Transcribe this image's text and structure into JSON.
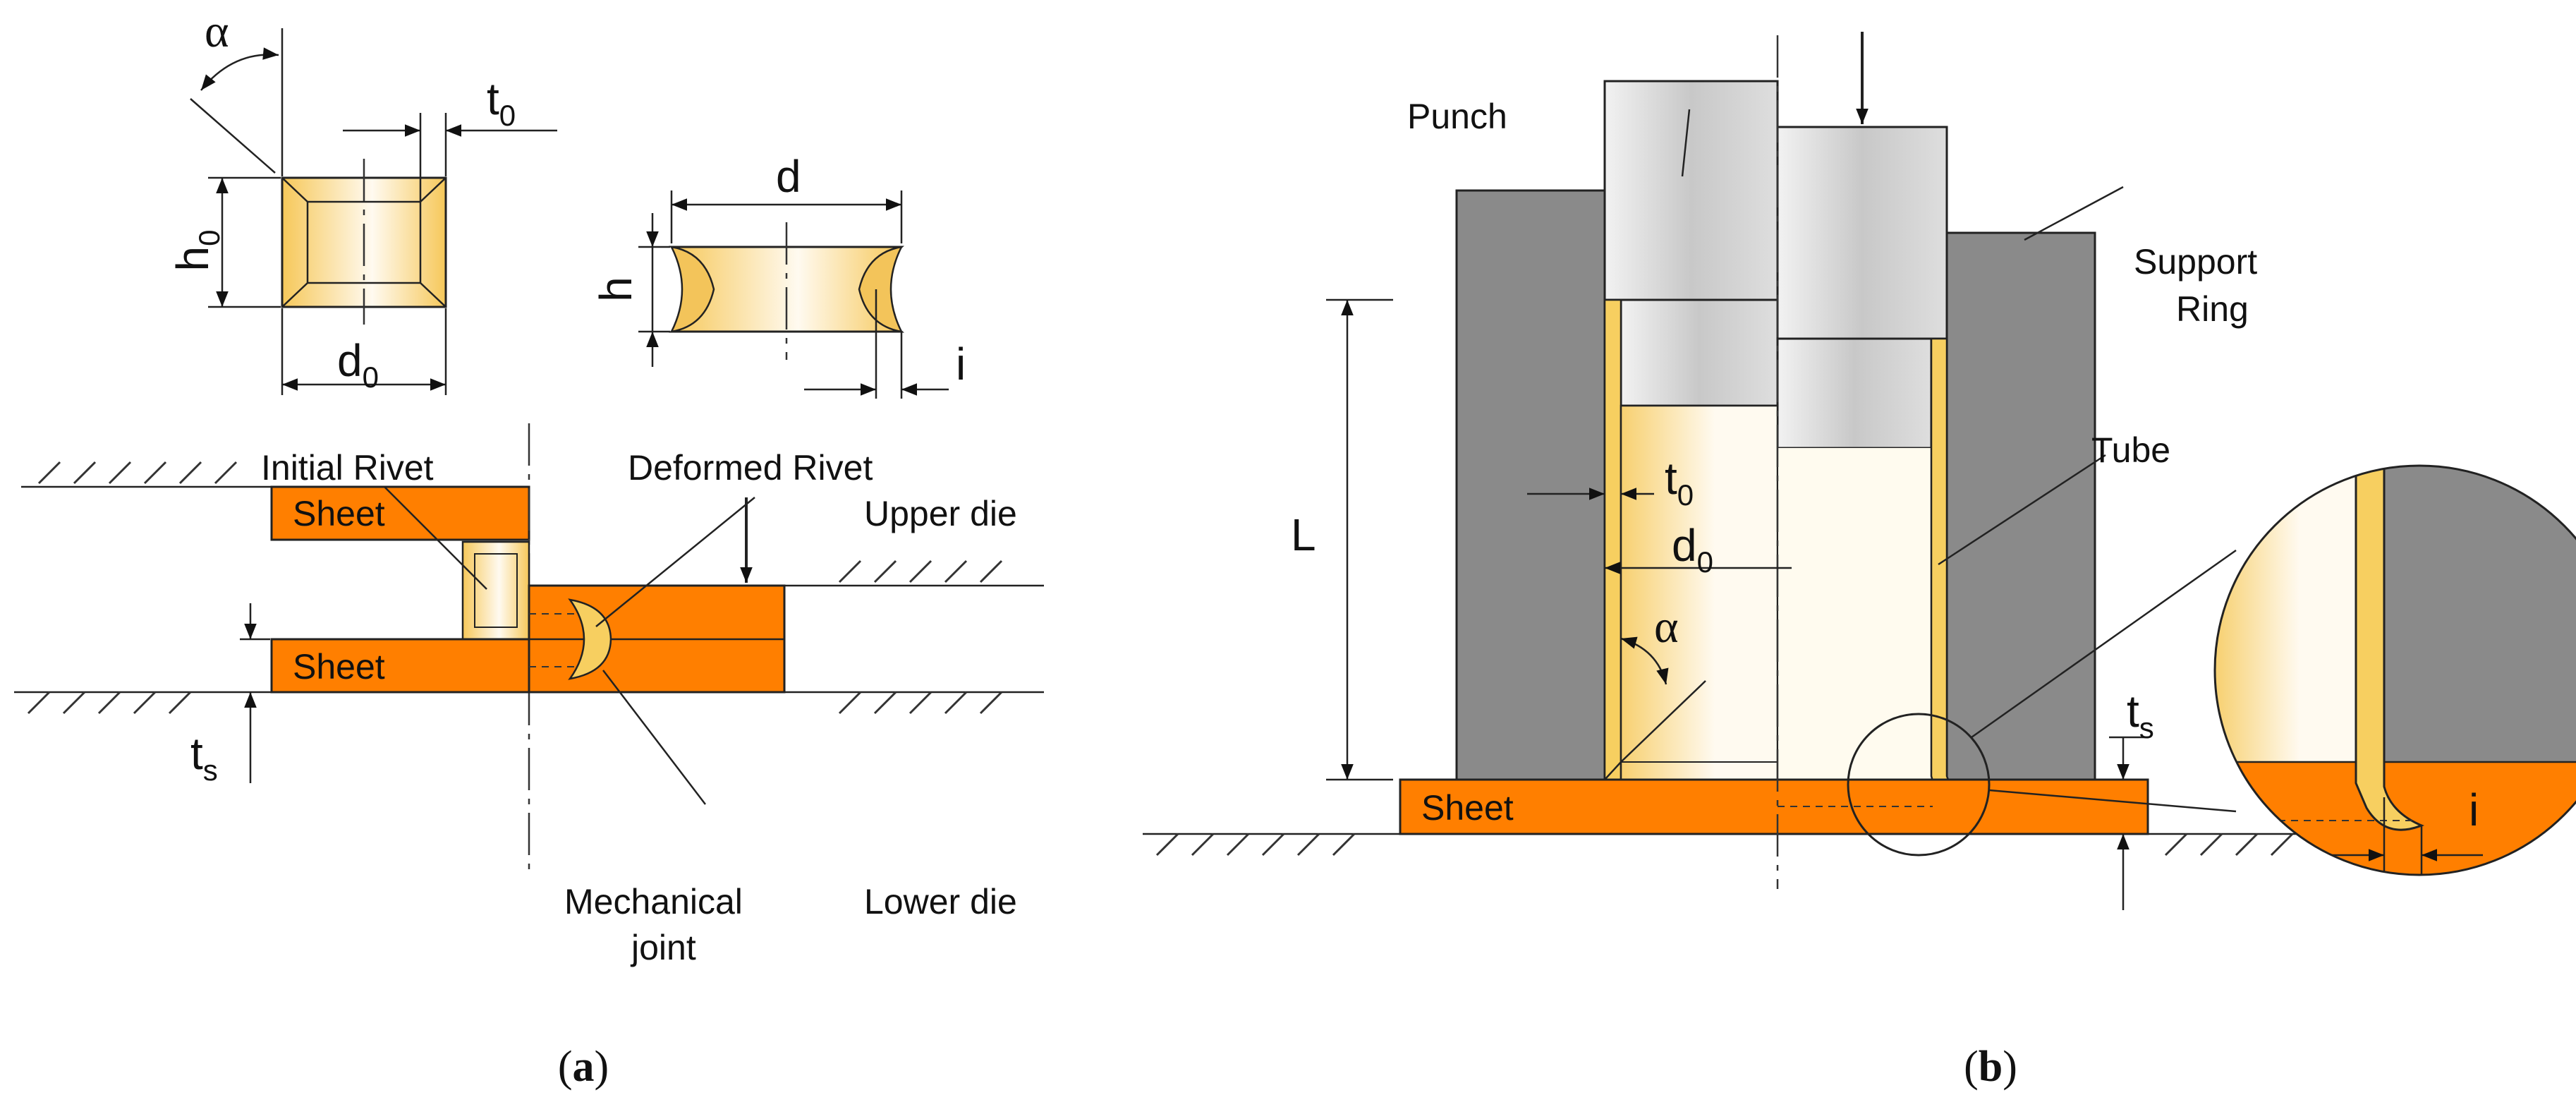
{
  "panel_a": {
    "labels": {
      "sheet_upper": "Sheet",
      "sheet_lower": "Sheet",
      "upper_die": "Upper die",
      "lower_die": "Lower die",
      "initial_rivet": "Initial Rivet",
      "deformed_rivet": "Deformed Rivet",
      "mechanical_joint_1": "Mechanical",
      "mechanical_joint_2": "joint"
    },
    "dimensions": {
      "alpha": "α",
      "t": "t",
      "t_sub": "0",
      "h0": "h",
      "h0_sub": "0",
      "d0": "d",
      "d0_sub": "0",
      "d": "d",
      "h": "h",
      "i": "i",
      "ts": "t",
      "ts_sub": "s"
    },
    "caption_open": "(",
    "caption_letter": "a",
    "caption_close": ")"
  },
  "panel_b": {
    "labels": {
      "punch": "Punch",
      "support_ring_1": "Support",
      "support_ring_2": "Ring",
      "tube": "Tube",
      "sheet": "Sheet"
    },
    "dimensions": {
      "L": "L",
      "t0": "t",
      "t0_sub": "0",
      "d0": "d",
      "d0_sub": "0",
      "alpha": "α",
      "ts": "t",
      "ts_sub": "s",
      "i": "i"
    },
    "caption_open": "(",
    "caption_letter": "b",
    "caption_close": ")"
  },
  "colors": {
    "sheet_orange": "#ff7f00",
    "rivet_yellow": "#f7cf60",
    "die_gray": "#8a8a8a",
    "punch_gray": "#dcdcdc",
    "outline": "#222222"
  }
}
